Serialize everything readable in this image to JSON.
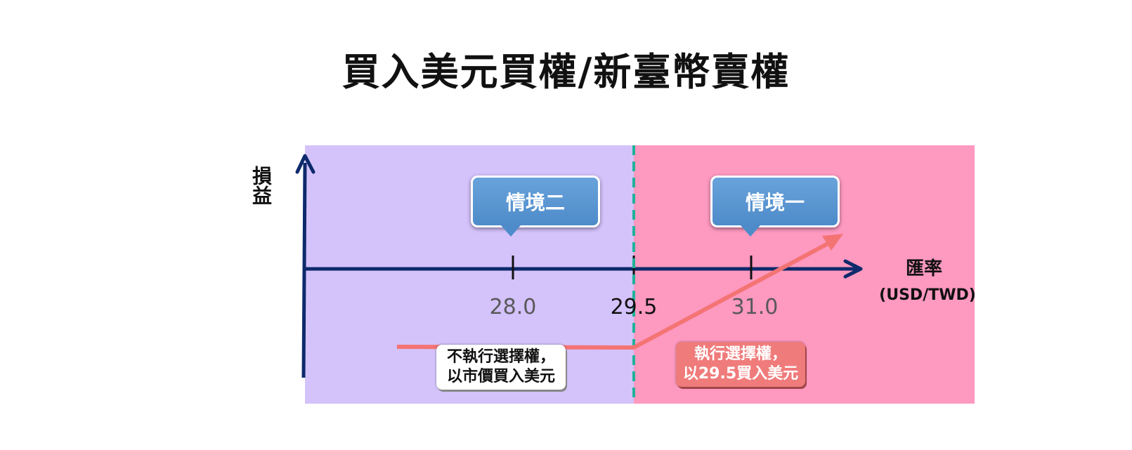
{
  "title": "買入美元買權/新臺幣賣權",
  "axes": {
    "y_label": "損益",
    "x_label": "匯率",
    "x_unit": "(USD/TWD)"
  },
  "ticks": [
    "28.0",
    "29.5",
    "31.0"
  ],
  "strike": "29.5",
  "scenarios": [
    {
      "label": "情境二"
    },
    {
      "label": "情境一"
    }
  ],
  "notes": {
    "no_exercise": {
      "line1": "不執行選擇權，",
      "line2": "以市價買入美元"
    },
    "exercise": {
      "line1": "執行選擇權，",
      "line2": "以29.5買入美元"
    }
  },
  "colors": {
    "left_region": "#d4c2fb",
    "right_region": "#fe99c0",
    "axis": "#0d2a6b",
    "strike_line": "#1fb39a",
    "payoff_line": "#f47474",
    "callout": "#5b97d2"
  }
}
